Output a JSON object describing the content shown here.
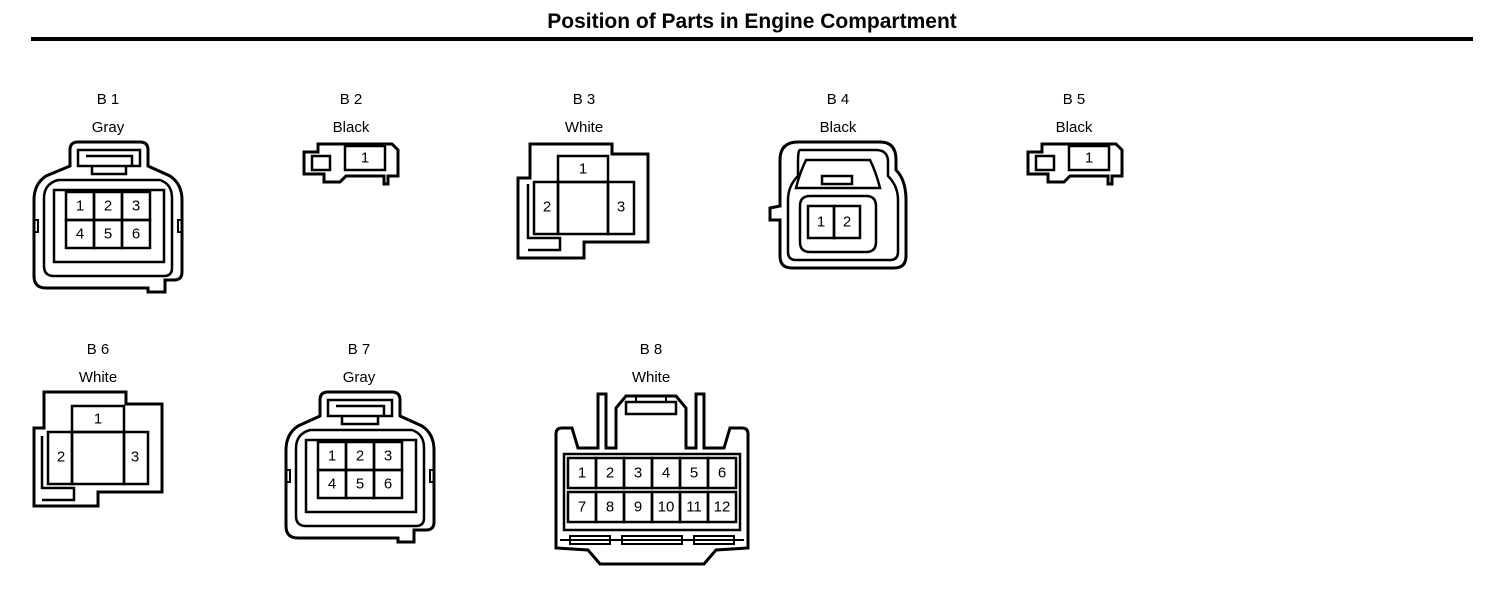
{
  "page": {
    "title": "Position of Parts in Engine Compartment"
  },
  "connectors": [
    {
      "id": "B 1",
      "color": "Gray",
      "pins": [
        "1",
        "2",
        "3",
        "4",
        "5",
        "6"
      ]
    },
    {
      "id": "B 2",
      "color": "Black",
      "pins": [
        "1"
      ]
    },
    {
      "id": "B 3",
      "color": "White",
      "pins": [
        "1",
        "2",
        "3"
      ]
    },
    {
      "id": "B 4",
      "color": "Black",
      "pins": [
        "1",
        "2"
      ]
    },
    {
      "id": "B 5",
      "color": "Black",
      "pins": [
        "1"
      ]
    },
    {
      "id": "B 6",
      "color": "White",
      "pins": [
        "1",
        "2",
        "3"
      ]
    },
    {
      "id": "B 7",
      "color": "Gray",
      "pins": [
        "1",
        "2",
        "3",
        "4",
        "5",
        "6"
      ]
    },
    {
      "id": "B 8",
      "color": "White",
      "pins": [
        "1",
        "2",
        "3",
        "4",
        "5",
        "6",
        "7",
        "8",
        "9",
        "10",
        "11",
        "12"
      ]
    }
  ]
}
